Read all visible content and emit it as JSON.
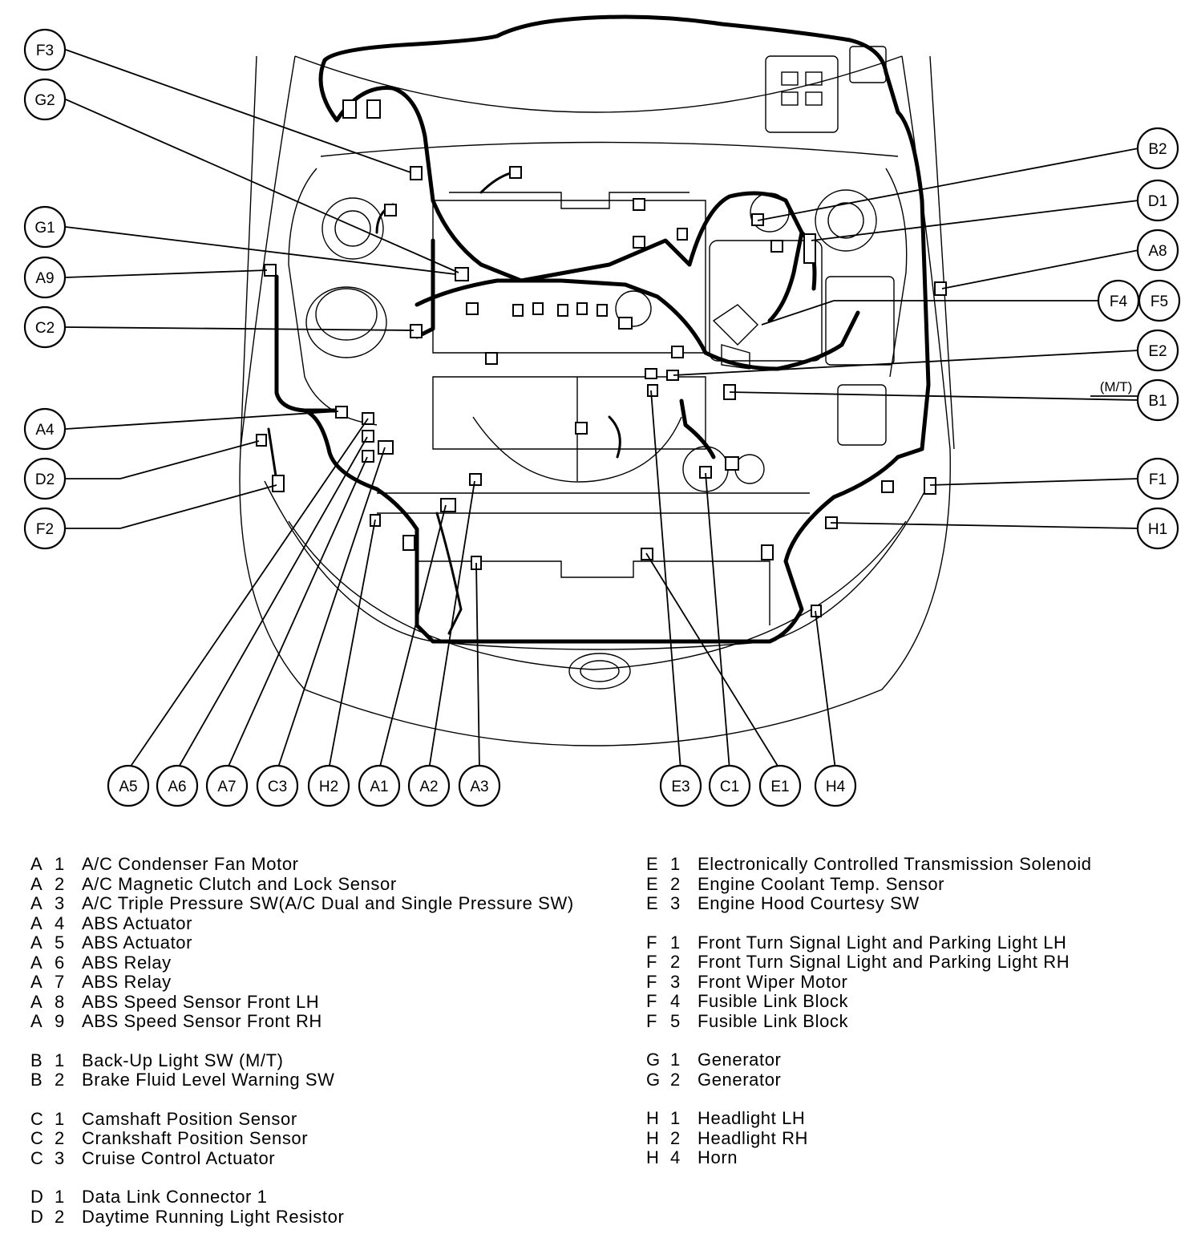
{
  "callouts": {
    "F3": "F3",
    "G2": "G2",
    "G1": "G1",
    "A9": "A9",
    "C2": "C2",
    "A4": "A4",
    "D2": "D2",
    "F2": "F2",
    "B2": "B2",
    "D1": "D1",
    "A8": "A8",
    "F4": "F4",
    "F5": "F5",
    "E2": "E2",
    "B1": "B1",
    "F1": "F1",
    "H1": "H1",
    "A5": "A5",
    "A6": "A6",
    "A7": "A7",
    "C3": "C3",
    "H2": "H2",
    "A1": "A1",
    "A2": "A2",
    "A3": "A3",
    "E3": "E3",
    "C1": "C1",
    "E1": "E1",
    "H4": "H4"
  },
  "mt_note": "(M/T)",
  "legend": {
    "A": [
      {
        "letter": "A",
        "num": "1",
        "name": "A/C Condenser Fan Motor"
      },
      {
        "letter": "A",
        "num": "2",
        "name": "A/C Magnetic Clutch and Lock Sensor"
      },
      {
        "letter": "A",
        "num": "3",
        "name": "A/C Triple Pressure SW(A/C Dual and Single Pressure SW)"
      },
      {
        "letter": "A",
        "num": "4",
        "name": "ABS Actuator"
      },
      {
        "letter": "A",
        "num": "5",
        "name": "ABS Actuator"
      },
      {
        "letter": "A",
        "num": "6",
        "name": "ABS Relay"
      },
      {
        "letter": "A",
        "num": "7",
        "name": "ABS Relay"
      },
      {
        "letter": "A",
        "num": "8",
        "name": "ABS Speed Sensor Front LH"
      },
      {
        "letter": "A",
        "num": "9",
        "name": "ABS Speed Sensor Front RH"
      }
    ],
    "B": [
      {
        "letter": "B",
        "num": "1",
        "name": "Back-Up Light SW (M/T)"
      },
      {
        "letter": "B",
        "num": "2",
        "name": "Brake Fluid Level Warning SW"
      }
    ],
    "C": [
      {
        "letter": "C",
        "num": "1",
        "name": "Camshaft Position Sensor"
      },
      {
        "letter": "C",
        "num": "2",
        "name": "Crankshaft Position Sensor"
      },
      {
        "letter": "C",
        "num": "3",
        "name": "Cruise Control Actuator"
      }
    ],
    "D": [
      {
        "letter": "D",
        "num": "1",
        "name": "Data Link Connector 1"
      },
      {
        "letter": "D",
        "num": "2",
        "name": "Daytime Running Light Resistor"
      }
    ],
    "E": [
      {
        "letter": "E",
        "num": "1",
        "name": "Electronically Controlled Transmission Solenoid"
      },
      {
        "letter": "E",
        "num": "2",
        "name": "Engine Coolant Temp. Sensor"
      },
      {
        "letter": "E",
        "num": "3",
        "name": "Engine Hood Courtesy SW"
      }
    ],
    "F": [
      {
        "letter": "F",
        "num": "1",
        "name": "Front Turn Signal Light and Parking Light LH"
      },
      {
        "letter": "F",
        "num": "2",
        "name": "Front Turn Signal Light and Parking Light RH"
      },
      {
        "letter": "F",
        "num": "3",
        "name": "Front Wiper Motor"
      },
      {
        "letter": "F",
        "num": "4",
        "name": "Fusible Link Block"
      },
      {
        "letter": "F",
        "num": "5",
        "name": "Fusible Link Block"
      }
    ],
    "G": [
      {
        "letter": "G",
        "num": "1",
        "name": "Generator"
      },
      {
        "letter": "G",
        "num": "2",
        "name": "Generator"
      }
    ],
    "H": [
      {
        "letter": "H",
        "num": "1",
        "name": "Headlight LH"
      },
      {
        "letter": "H",
        "num": "2",
        "name": "Headlight RH"
      },
      {
        "letter": "H",
        "num": "4",
        "name": "Horn"
      }
    ]
  }
}
